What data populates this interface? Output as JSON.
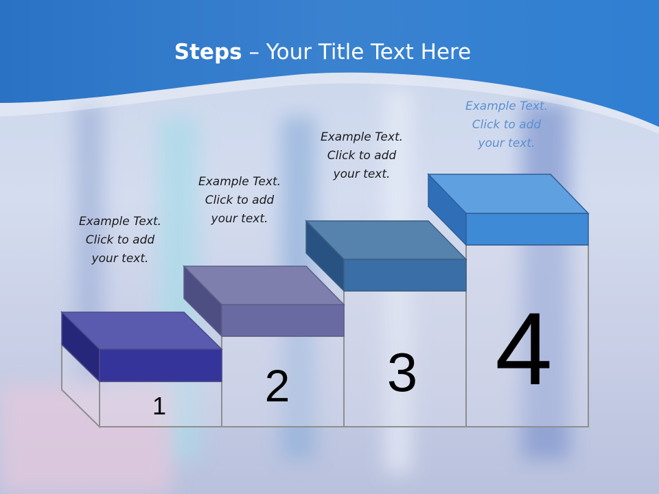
{
  "slide": {
    "title_bold": "Steps",
    "title_rest": " – Your Title Text Here"
  },
  "steps": [
    {
      "number": "1",
      "lines": [
        "Example Text.",
        "Click  to add",
        "your text."
      ],
      "color": "#34349a"
    },
    {
      "number": "2",
      "lines": [
        "Example Text.",
        "Click  to add",
        "your text."
      ],
      "color": "#6a6aa3"
    },
    {
      "number": "3",
      "lines": [
        "Example Text.",
        "Click  to add",
        "your text."
      ],
      "color": "#3a6ea6"
    },
    {
      "number": "4",
      "lines": [
        "Example Text.",
        "Click  to add",
        "your text."
      ],
      "color": "#3f8ad6"
    }
  ],
  "colors": {
    "header": "#2d7bcc",
    "step_outline": "#8e8e8e"
  }
}
